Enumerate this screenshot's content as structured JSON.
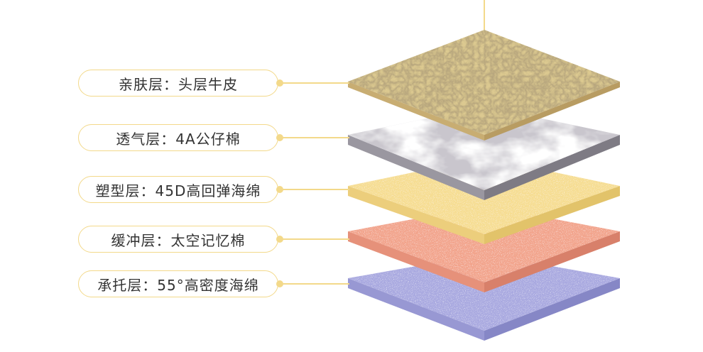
{
  "layers": [
    {
      "label": "亲肤层：头层牛皮",
      "top": "#dcc990",
      "side": "#b89c62",
      "front": "#c8ad72",
      "texture": "leather"
    },
    {
      "label": "透气层：4A公仔棉",
      "top": "#c9c6cd",
      "side": "#7e7b84",
      "front": "#9a97a0",
      "texture": "marble"
    },
    {
      "label": "塑型层：45D高回弹海绵",
      "top": "#f6dd92",
      "side": "#e2c36a",
      "front": "#ecce7c",
      "texture": "foam"
    },
    {
      "label": "缓冲层：太空记忆棉",
      "top": "#f2a48c",
      "side": "#d8806a",
      "front": "#e6917a",
      "texture": "foam"
    },
    {
      "label": "承托层：55°高密度海绵",
      "top": "#a9a9e0",
      "side": "#8687c6",
      "front": "#9898d3",
      "texture": "foam"
    }
  ],
  "colors": {
    "accent": "#f3d98a",
    "text": "#333333"
  }
}
